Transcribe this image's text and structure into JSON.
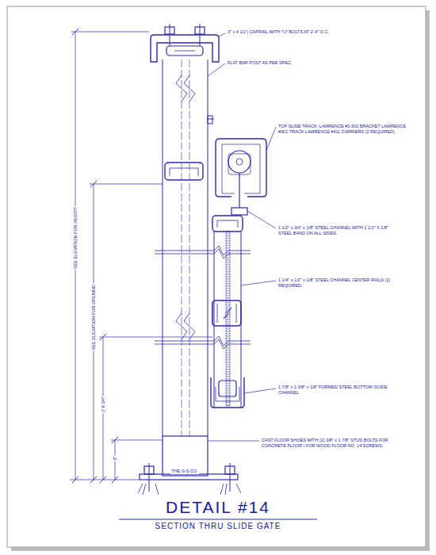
{
  "diagram": {
    "title": "DETAIL #14",
    "caption": "SECTION THRU SLIDE GATE",
    "labels": [
      "3\" x 4 1/2 [ CAPRAIL WITH \"U\" BOLTS AT 2'-4\" O.C.",
      "FLAT BAR POST AS PER SPEC.",
      "TOP SLIDE TRACK: LAWRENCE #1-301 BRACKET LAWRENCE #301 TRACK LAWRENCE #411 CARRIERS (2 REQUIRED)",
      "1 1/2\" x 3/4\" x 1/8\" STEEL CHANNEL WITH 1 1/2\" X 1/8\" STEEL BAND ON ALL SIDES.",
      "1 1/4\" x 1/2\" x 1/8\" STEEL CHANNEL CENTER RAILS (2) REQUIRED.",
      "1 7/8\" x 1 3/8\" x 1/8\" FORMED STEEL BOTTOM GUIDE CHANNEL",
      "CAST FLOOR SHOES WITH (2) 3/8\" x 1 7/8\" STUD BOLTS FOR CONCRETE FLOOR / FOR WOOD FLOOR NO. 14 SCREWS.",
      "SEE ELEVATION FOR HEIGHT",
      "SEE ELEVATION FOR OPENING",
      "2'-6 3/4\"",
      "3\"",
      "THE G-S CO."
    ]
  }
}
